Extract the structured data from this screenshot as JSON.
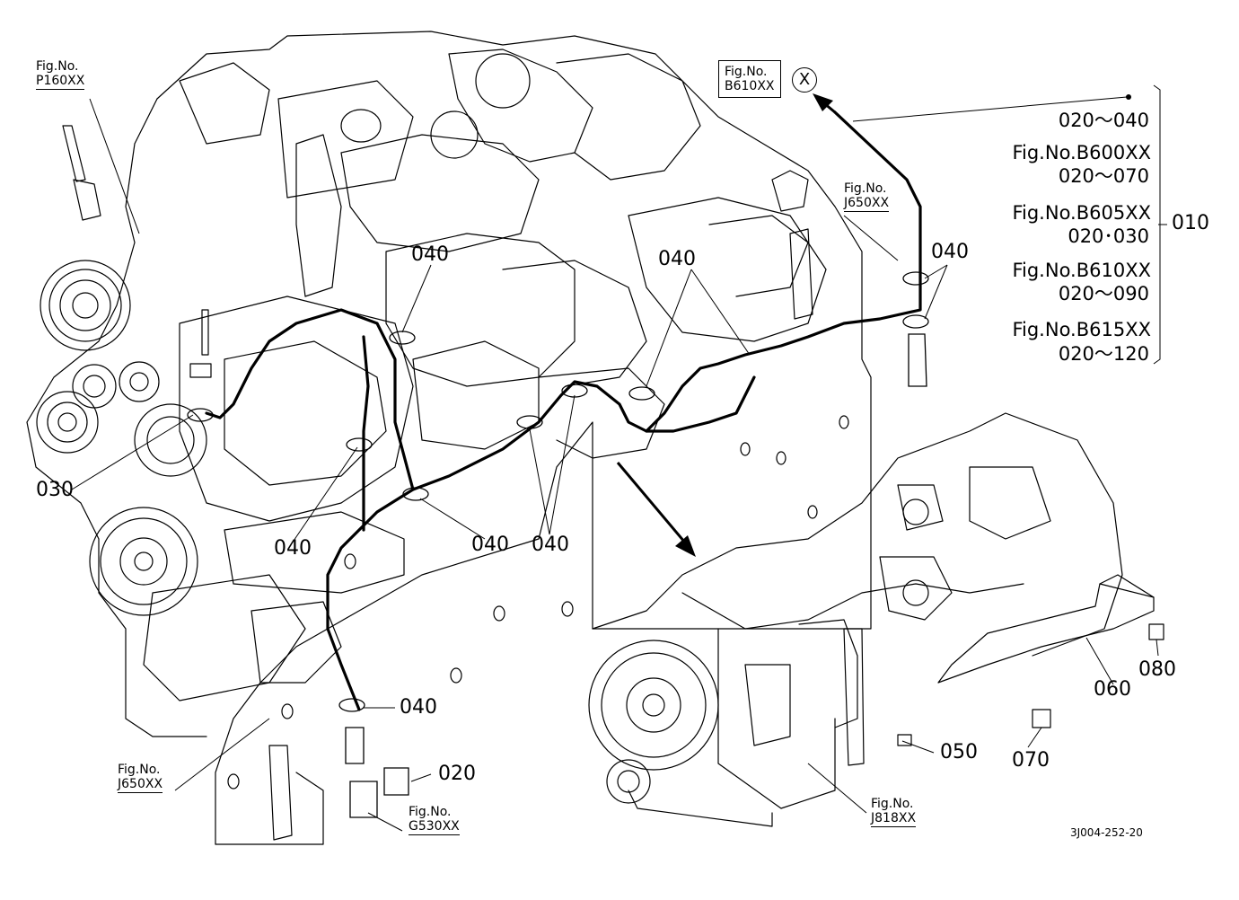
{
  "part_labels": {
    "p030": "030",
    "p040_a": "040",
    "p040_b": "040",
    "p040_c": "040",
    "p040_d": "040",
    "p040_e": "040",
    "p040_f": "040",
    "p040_g": "040",
    "p020": "020",
    "p050": "050",
    "p060": "060",
    "p070": "070",
    "p080": "080",
    "p010": "010"
  },
  "figure_refs": {
    "p160": {
      "title": "Fig.No.",
      "code": "P160XX"
    },
    "b610": {
      "title": "Fig.No.",
      "code": "B610XX"
    },
    "j650_top": {
      "title": "Fig.No.",
      "code": "J650XX"
    },
    "j650_bottom": {
      "title": "Fig.No.",
      "code": "J650XX"
    },
    "g530": {
      "title": "Fig.No.",
      "code": "G530XX"
    },
    "j818": {
      "title": "Fig.No.",
      "code": "J818XX"
    }
  },
  "x_marker": "X",
  "reference_list": [
    "020～040",
    "Fig.No.B600XX",
    "020～070",
    "Fig.No.B605XX",
    "020･030",
    "Fig.No.B610XX",
    "020～090",
    "Fig.No.B615XX",
    "020～120"
  ],
  "drawing_code": "3J004-252-20"
}
